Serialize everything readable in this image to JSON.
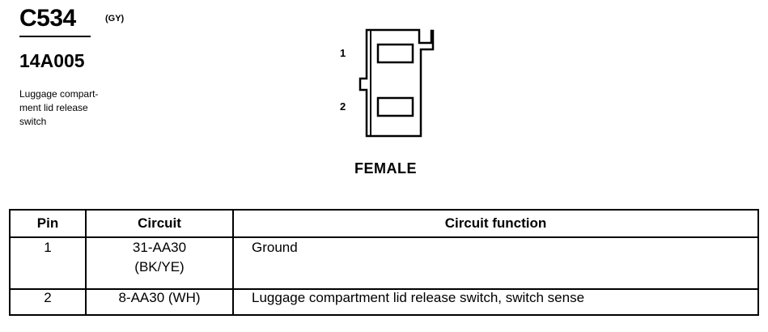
{
  "connector": {
    "id": "C534",
    "color_code": "(GY)",
    "part_number": "14A005",
    "description_lines": [
      "Luggage compart-",
      "ment lid release",
      "switch"
    ]
  },
  "diagram": {
    "pin_labels": [
      "1",
      "2"
    ],
    "gender": "FEMALE"
  },
  "table": {
    "headers": {
      "pin": "Pin",
      "circuit": "Circuit",
      "function": "Circuit function"
    },
    "rows": [
      {
        "pin": "1",
        "circuit_lines": [
          "31-AA30",
          "(BK/YE)"
        ],
        "function": "Ground"
      },
      {
        "pin": "2",
        "circuit_lines": [
          "8-AA30 (WH)"
        ],
        "function": "Luggage compartment lid release switch, switch sense"
      }
    ]
  }
}
